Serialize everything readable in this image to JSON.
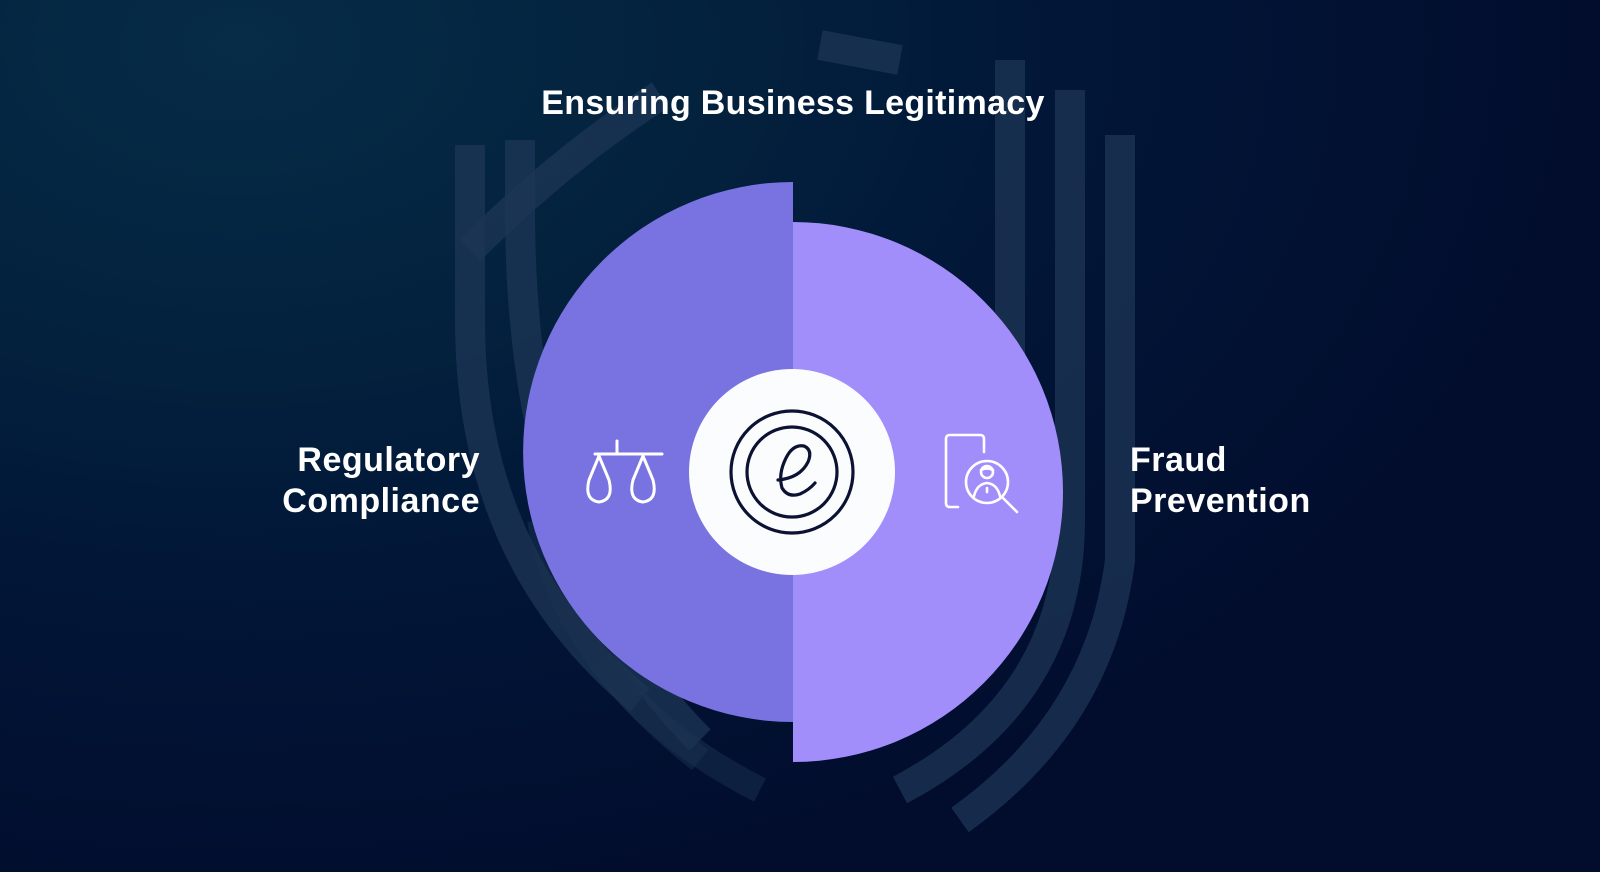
{
  "title": "Ensuring Business Legitimacy",
  "segments": [
    {
      "id": "left",
      "label_line1": "Regulatory",
      "label_line2": "Compliance",
      "icon": "scales-of-justice-icon",
      "color": "#7873e1"
    },
    {
      "id": "right",
      "label_line1": "Fraud",
      "label_line2": "Prevention",
      "icon": "document-person-search-icon",
      "color": "#a28efb"
    }
  ],
  "center": {
    "icon": "e-logo-icon",
    "background": "#ffffff",
    "icon_color": "#0b1233"
  },
  "colors": {
    "background_top": "#062c47",
    "background_bottom": "#020c2c",
    "text": "#ffffff",
    "shield_stripes": "#1c3352"
  }
}
